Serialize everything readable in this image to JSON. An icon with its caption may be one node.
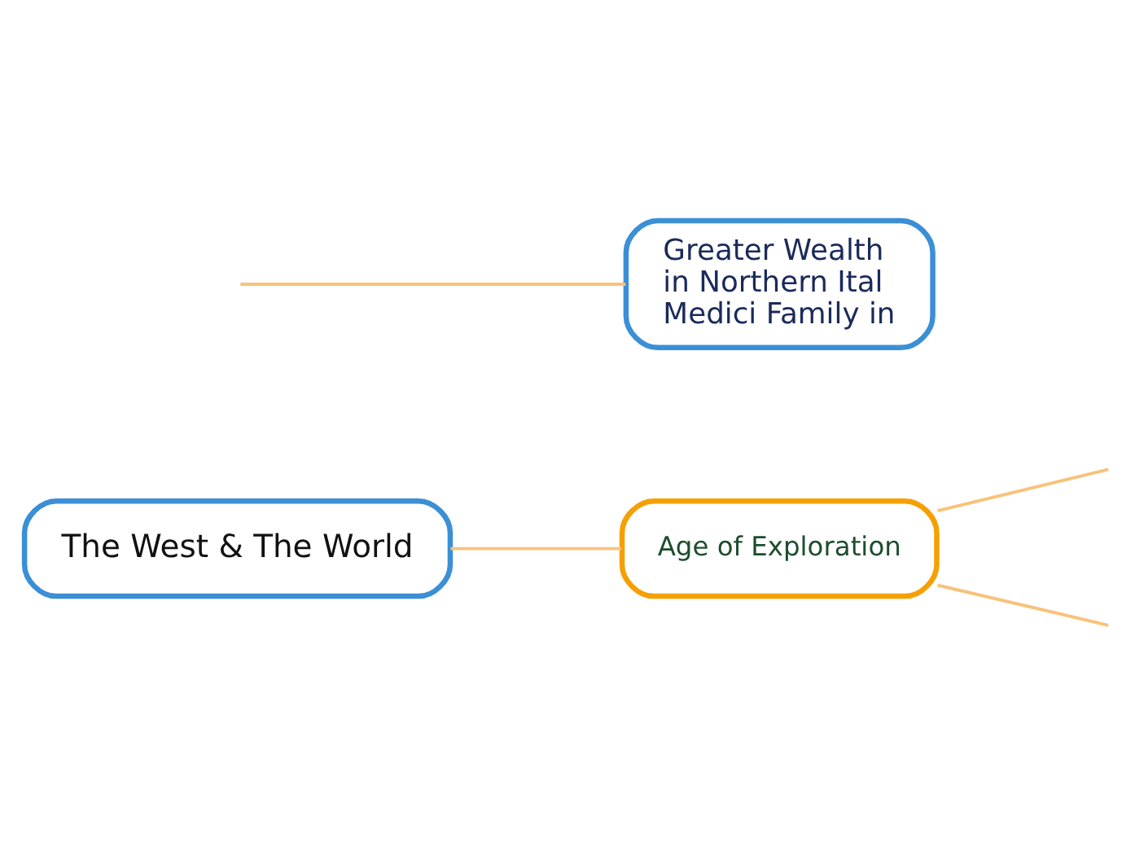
{
  "diagram": {
    "nodes": [
      {
        "text": [
          "The West & The World"
        ]
      },
      {
        "text": [
          "Age of Exploration"
        ]
      },
      {
        "text": [
          "Greater Wealth in Northern Ital Medici Family in"
        ]
      }
    ],
    "edges": [
      {
        "from": 0,
        "to": 1,
        "arrow": "none"
      },
      {
        "from": 1,
        "to": null,
        "arrow": "none"
      },
      {
        "from": 1,
        "to": null,
        "arrow": "none"
      },
      {
        "from": null,
        "to": 2,
        "arrow": "none"
      }
    ]
  }
}
